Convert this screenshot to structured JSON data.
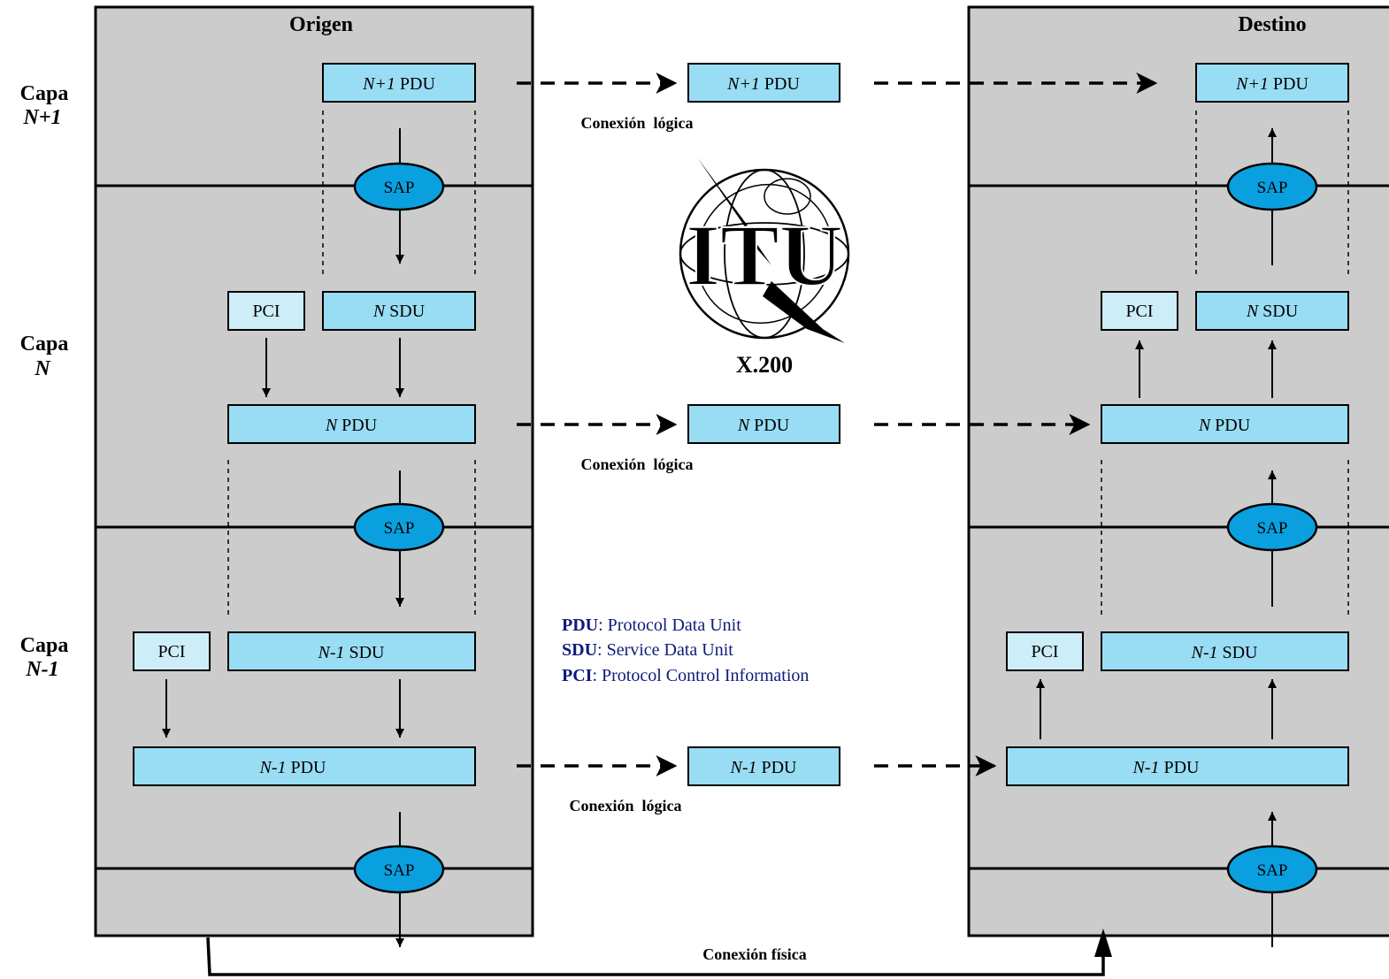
{
  "headers": {
    "origin": "Origen",
    "destination": "Destino"
  },
  "layers": {
    "n_plus_1": {
      "line1": "Capa",
      "line2": "N+1"
    },
    "n": {
      "line1": "Capa",
      "line2": "N"
    },
    "n_minus_1": {
      "line1": "Capa",
      "line2": "N-1"
    }
  },
  "boxes": {
    "n_plus_1_pdu": {
      "pre": "N+1",
      "post": " PDU"
    },
    "n_sdu": {
      "pre": "N",
      "post": " SDU"
    },
    "n_pdu": {
      "pre": "N",
      "post": " PDU"
    },
    "n_minus_1_sdu": {
      "pre": "N-1",
      "post": " SDU"
    },
    "n_minus_1_pdu": {
      "pre": "N-1",
      "post": " PDU"
    },
    "pci": "PCI"
  },
  "sap_label": "SAP",
  "connections": {
    "logical": "Conexión  lógica",
    "physical": "Conexión física"
  },
  "logo": {
    "text": "ITU",
    "caption": "X.200"
  },
  "legend": [
    {
      "term": "PDU",
      "definition": ": Protocol Data Unit"
    },
    {
      "term": "SDU",
      "definition": ": Service Data Unit"
    },
    {
      "term": "PCI",
      "definition": ": Protocol Control Information"
    }
  ],
  "colors": {
    "panel": "#cccccc",
    "pdu_box": "#99ddf5",
    "pci_box": "#cdeef9",
    "sap": "#0aa0e0",
    "legend_text": "#0d1b7a"
  }
}
